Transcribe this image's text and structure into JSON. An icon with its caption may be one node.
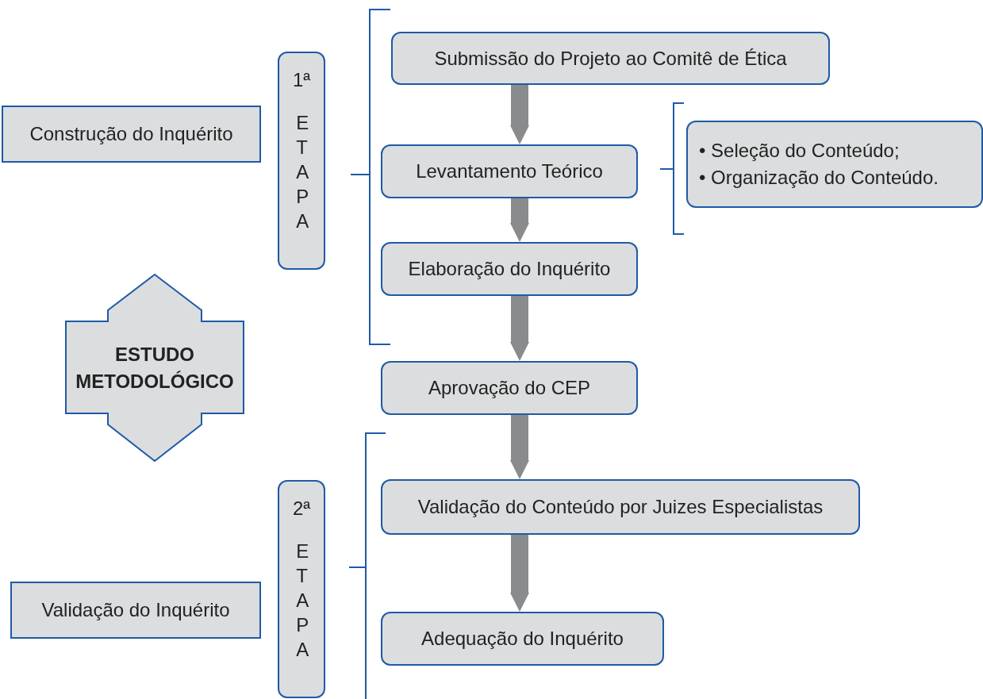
{
  "diagram": {
    "nodes": [
      {
        "text": [
          "Construção do Inquérito"
        ]
      },
      {
        "text": [
          "1ª",
          "ETAPA"
        ]
      },
      {
        "text": [
          "Submissão do Projeto ao Comitê de Ética"
        ]
      },
      {
        "text": [
          "Levantamento Teórico"
        ]
      },
      {
        "text": [
          "• Seleção do Conteúdo;",
          "• Organização do Conteúdo."
        ]
      },
      {
        "text": [
          "Elaboração do Inquérito"
        ]
      },
      {
        "text": [
          "ESTUDO METODOLÓGICO"
        ]
      },
      {
        "text": [
          "Aprovação do CEP"
        ]
      },
      {
        "text": [
          "Validação do Conteúdo por Juizes Especialistas"
        ]
      },
      {
        "text": [
          "2ª",
          "ETAPA"
        ]
      },
      {
        "text": [
          "Validação do Inquérito"
        ]
      },
      {
        "text": [
          "Adequação do Inquérito"
        ]
      }
    ],
    "edges": [
      {
        "from": 2,
        "to": 3,
        "arrow": "to"
      },
      {
        "from": 3,
        "to": 5,
        "arrow": "to"
      },
      {
        "from": 5,
        "to": 7,
        "arrow": "to"
      },
      {
        "from": 7,
        "to": 8,
        "arrow": "to"
      },
      {
        "from": 8,
        "to": 11,
        "arrow": "to"
      }
    ]
  }
}
